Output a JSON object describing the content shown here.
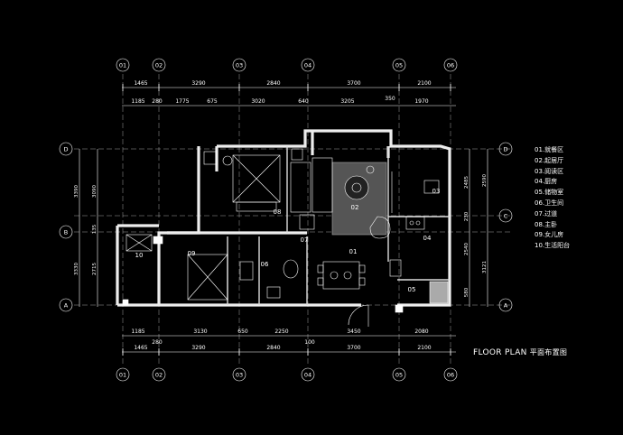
{
  "plan": {
    "title_en": "FLOOR PLAN",
    "title_cn": "平面布置图",
    "grid_cols": [
      "01",
      "02",
      "03",
      "04",
      "05",
      "06"
    ],
    "grid_rows": [
      "D",
      "C",
      "B",
      "A"
    ],
    "dims_top_outer": [
      "1465",
      "3290",
      "2840",
      "3700",
      "2100"
    ],
    "dims_top_inner": [
      "1185",
      "280",
      "1775",
      "675",
      "3020",
      "640",
      "3205",
      "350",
      "1970"
    ],
    "dims_bottom_inner": [
      "1185",
      "280",
      "3130",
      "650",
      "2250",
      "100",
      "3450",
      "2080"
    ],
    "dims_bottom_outer": [
      "1465",
      "3290",
      "2840",
      "3700",
      "2100"
    ],
    "dims_left_outer": [
      "3390",
      "3330"
    ],
    "dims_left_inner": [
      "3090",
      "135",
      "2715"
    ],
    "dims_right_inner": [
      "2485",
      "230",
      "2540",
      "580"
    ],
    "dims_right_outer": [
      "2590",
      "3121"
    ],
    "rooms": [
      "01",
      "02",
      "03",
      "04",
      "05",
      "06",
      "07",
      "08",
      "09",
      "10"
    ],
    "legend": [
      "01.就餐区",
      "02.起居厅",
      "03.阅读区",
      "04.厨房",
      "05.储物室",
      "06.卫生间",
      "07.过道",
      "08.主卧",
      "09.女儿房",
      "10.生活阳台"
    ]
  }
}
